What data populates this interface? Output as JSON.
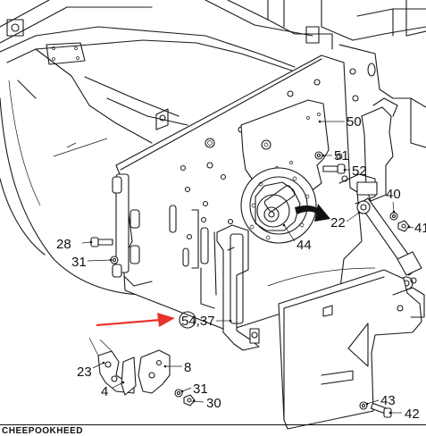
{
  "diagram": {
    "callouts": {
      "c50": "50",
      "c51": "51",
      "c52": "52",
      "c40": "40",
      "c41": "41",
      "c22": "22",
      "c44": "44",
      "c28": "28",
      "c31a": "31",
      "c54_37": "54,37",
      "c8": "8",
      "c23": "23",
      "c4": "4",
      "c31b": "31",
      "c30": "30",
      "c43": "43",
      "c42": "42"
    },
    "highlight_arrow_color": "#e8322c",
    "footer_text": "CHEEPOOKHEED"
  }
}
